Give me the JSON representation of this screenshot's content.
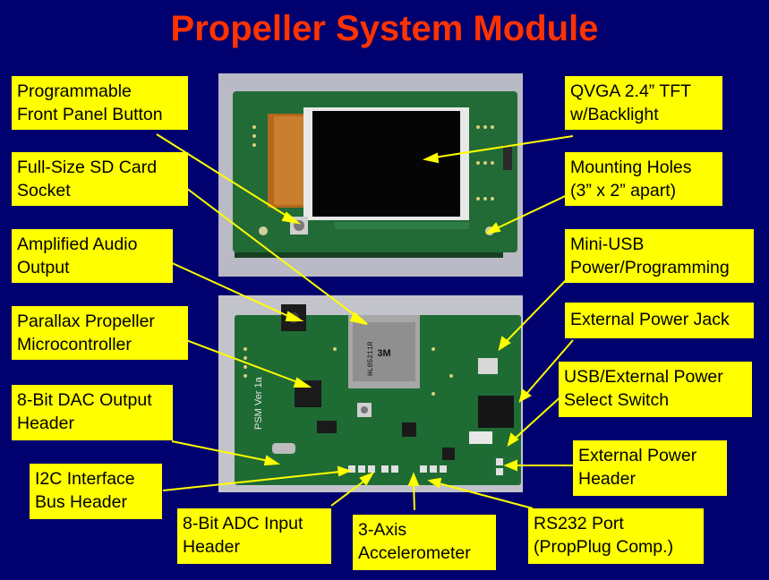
{
  "title": "Propeller System Module",
  "labels": {
    "front_panel_button": "Programmable\nFront Panel Button",
    "sd_card": "Full-Size SD Card\nSocket",
    "audio": "Amplified Audio\nOutput",
    "propeller": "Parallax Propeller\nMicrocontroller",
    "dac": "8-Bit DAC Output\nHeader",
    "i2c": "I2C Interface\nBus Header",
    "adc": "8-Bit ADC Input\nHeader",
    "accel": "3-Axis\nAccelerometer",
    "rs232": "RS232 Port\n(PropPlug Comp.)",
    "tft": "QVGA 2.4” TFT\nw/Backlight",
    "mounting": "Mounting Holes\n(3” x 2” apart)",
    "usb": "Mini-USB\nPower/Programming",
    "ext_jack": "External Power Jack",
    "switch": "USB/External Power\nSelect Switch",
    "ext_header": "External Power\nHeader"
  },
  "board_text": {
    "sd_label": "3M",
    "sd_code": "HL05211R",
    "psm": "PSM Ver 1a"
  },
  "colors": {
    "background": "#00006e",
    "title": "#ff3300",
    "callout": "#ffff00",
    "pcb": "#1f6b34"
  }
}
